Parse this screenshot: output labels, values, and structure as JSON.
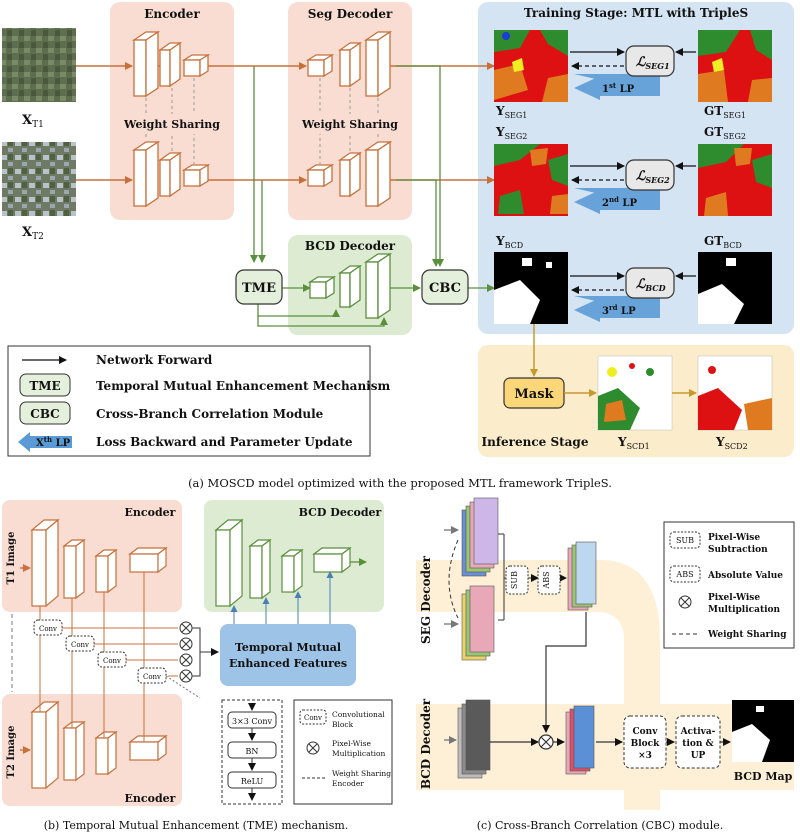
{
  "panel_a": {
    "encoder": "Encoder",
    "seg_decoder": "Seg Decoder",
    "training": "Training Stage: MTL with TripleS",
    "weight_sharing": "Weight Sharing",
    "x_t1": "X",
    "x_t1_sub": "T1",
    "x_t2": "X",
    "x_t2_sub": "T2",
    "y_seg1": "Y",
    "y_seg1_sub": "SEG1",
    "y_seg2": "Y",
    "y_seg2_sub": "SEG2",
    "y_bcd": "Y",
    "y_bcd_sub": "BCD",
    "gt_seg1": "GT",
    "gt_seg1_sub": "SEG1",
    "gt_seg2": "GT",
    "gt_seg2_sub": "SEG2",
    "gt_bcd": "GT",
    "gt_bcd_sub": "BCD",
    "loss_seg1": "SEG1",
    "loss_seg2": "SEG2",
    "loss_bcd": "BCD",
    "lp1": "1",
    "lp1_sup": "st",
    "lp1_suffix": " LP",
    "lp2": "2",
    "lp2_sup": "nd",
    "lp2_suffix": " LP",
    "lp3": "3",
    "lp3_sup": "rd",
    "lp3_suffix": " LP",
    "bcd_decoder": "BCD Decoder",
    "tme": "TME",
    "cbc": "CBC",
    "mask": "Mask",
    "inference": "Inference Stage",
    "y_scd1": "Y",
    "y_scd1_sub": "SCD1",
    "y_scd2": "Y",
    "y_scd2_sub": "SCD2",
    "legend": {
      "forward": "Network Forward",
      "tme_key": "TME",
      "tme_desc": "Temporal Mutual Enhancement Mechanism",
      "cbc_key": "CBC",
      "cbc_desc": "Cross-Branch Correlation Module",
      "lp_key": "X",
      "lp_key_sup": "th",
      "lp_key_suffix": " LP",
      "lp_desc": "Loss Backward and Parameter Update"
    },
    "caption": "(a) MOSCD model optimized with the proposed MTL framework TripleS."
  },
  "panel_b": {
    "encoder_top": "Encoder",
    "encoder_bottom": "Encoder",
    "bcd_decoder": "BCD Decoder",
    "t1_image": "T1 Image",
    "t2_image": "T2 Image",
    "conv": "Conv",
    "tmef": "Temporal Mutual Enhanced Features",
    "stack": [
      "3×3 Conv",
      "BN",
      "ReLU"
    ],
    "legend": {
      "conv_key": "Conv",
      "conv_desc": "Convolutional Block",
      "mult_desc": "Pixel-Wise Multiplication",
      "ws_desc": "Weight Sharing Encoder"
    },
    "caption": "(b) Temporal Mutual Enhancement (TME) mechanism."
  },
  "panel_c": {
    "seg_decoder": "SEG Decoder",
    "bcd_decoder": "BCD Decoder",
    "sub": "SUB",
    "abs": "ABS",
    "conv_block": [
      "Conv",
      "Block",
      "×3"
    ],
    "act": [
      "Activa-",
      "tion &",
      "UP"
    ],
    "bcd_map": "BCD Map",
    "legend": {
      "sub_key": "SUB",
      "sub_desc": "Pixel-Wise Subtraction",
      "abs_key": "ABS",
      "abs_desc": "Absolute Value",
      "mult_desc": "Pixel-Wise Multiplication",
      "ws_desc": "Weight Sharing"
    },
    "caption": "(c) Cross-Branch Correlation (CBC) module."
  },
  "colors": {
    "encoder_bg": "#f9ddd2",
    "decoder_green_bg": "#dcebd2",
    "training_bg": "#d5e4f2",
    "inference_bg": "#fbeccb",
    "tme_box": "#e4f0dc",
    "lp_arrow": "#5b9bd5",
    "orange": "#c8703a",
    "green": "#5a8f3c",
    "mask_box": "#fbd77a",
    "tmef_box": "#9dc3e6"
  }
}
